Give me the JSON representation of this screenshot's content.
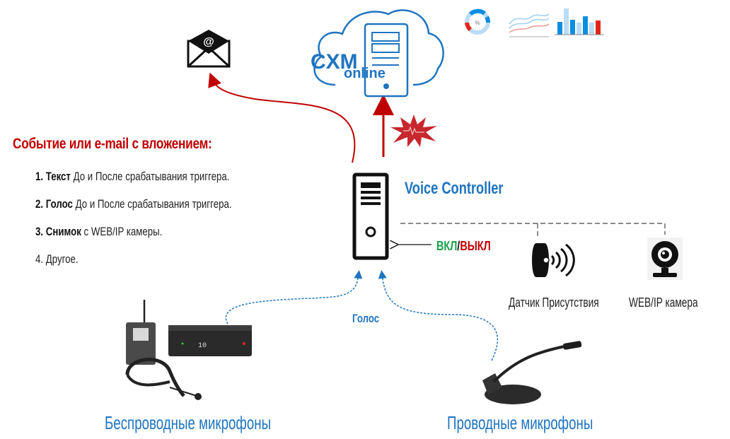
{
  "cloud": {
    "brand_main": "CXM",
    "brand_sub": "online",
    "icon": "cloud-server-icon"
  },
  "analytics_icons": [
    "donut-chart-icon",
    "line-chart-icon",
    "bar-chart-icon"
  ],
  "donut_label": "%",
  "email_icon": "email-at-icon",
  "event": {
    "title": "Событие или e-mail с вложением:",
    "items": [
      {
        "num": "1.",
        "bold": "Текст",
        "text": " До и После срабатывания триггера."
      },
      {
        "num": "2.",
        "bold": "Голос",
        "text": "  До и После срабатывания триггера."
      },
      {
        "num": "3.",
        "bold": "Снимок",
        "text": " с WEB/IP  камеры."
      },
      {
        "num": "4.",
        "bold": "",
        "text": " Другое."
      }
    ]
  },
  "controller": {
    "title": "Voice Controller",
    "on": "ВКЛ",
    "separator": "/",
    "off": "ВЫКЛ"
  },
  "devices": {
    "presence_sensor": "Датчик Присутствия",
    "camera": "WEB/IP камера"
  },
  "voice_label": "Голос",
  "microphones": {
    "wireless": "Беспроводные микрофоны",
    "wired": "Проводные микрофоны"
  },
  "colors": {
    "accent_blue": "#1f74c0",
    "alert_red": "#c00000",
    "on_green": "#1aa14a"
  }
}
